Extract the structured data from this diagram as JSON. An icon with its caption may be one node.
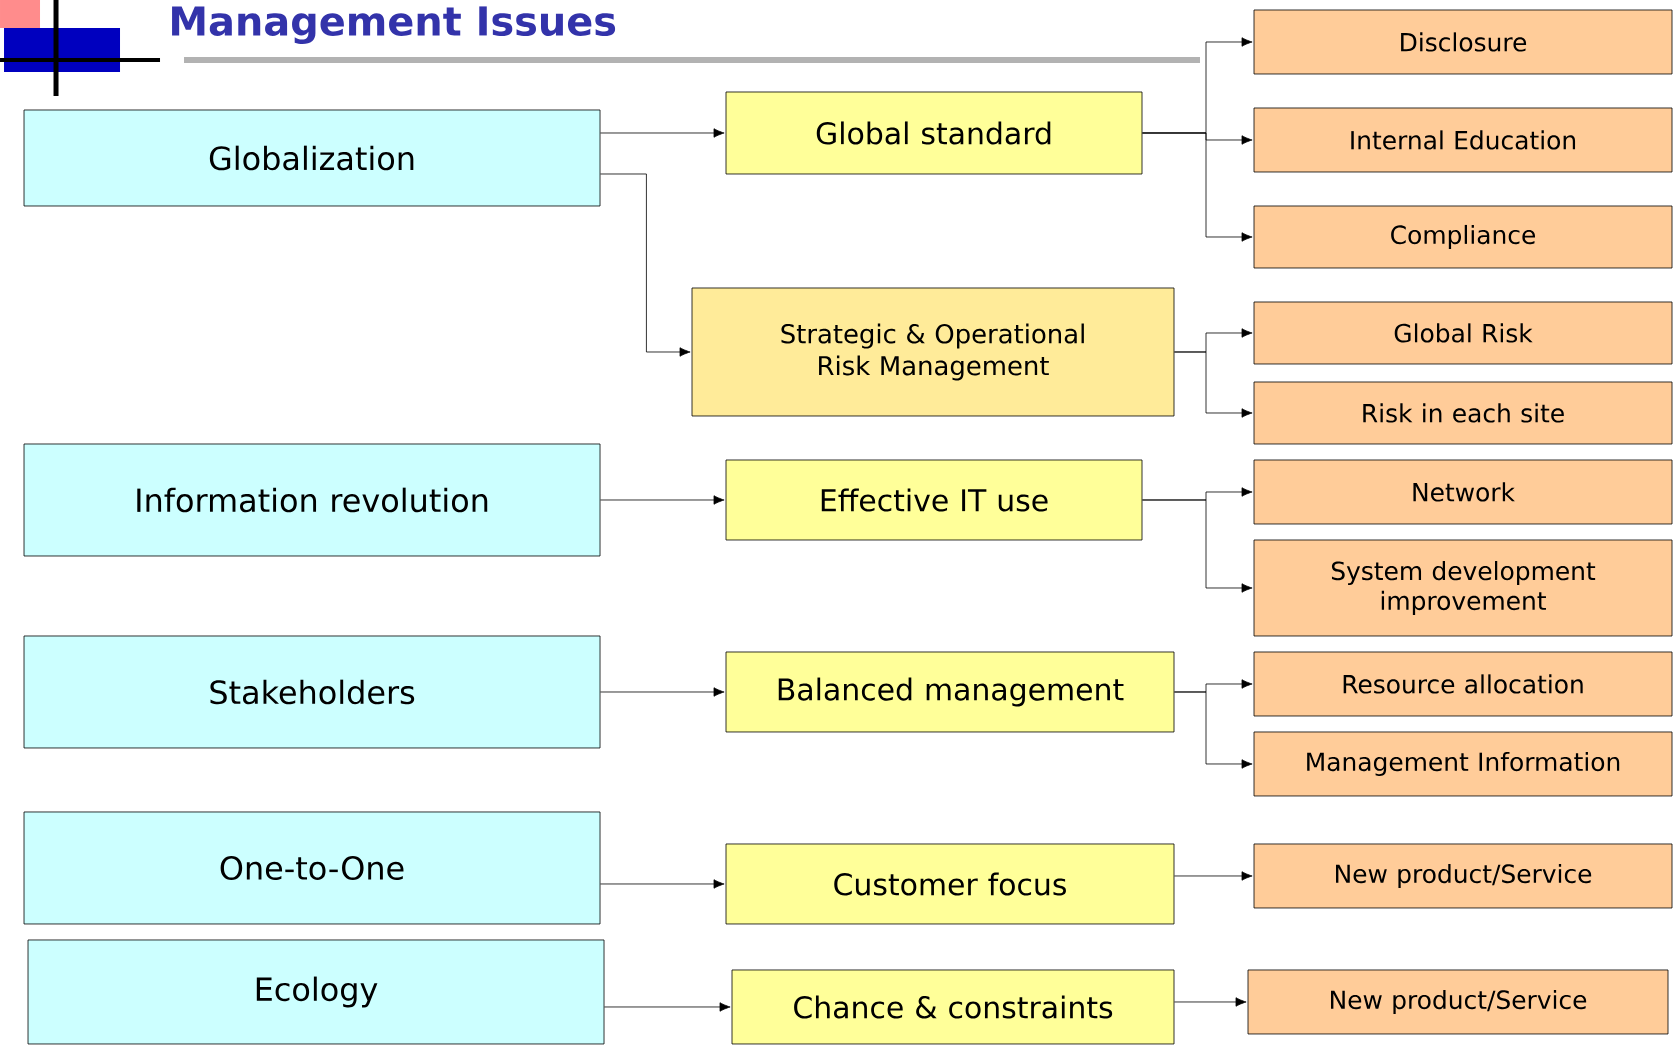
{
  "diagram": {
    "title": "Management Issues",
    "nodes": [
      {
        "text": [
          "Globalization"
        ]
      },
      {
        "text": [
          "Global standard"
        ]
      },
      {
        "text": [
          "Disclosure"
        ]
      },
      {
        "text": [
          "Internal Education"
        ]
      },
      {
        "text": [
          "Compliance"
        ]
      },
      {
        "text": [
          "Strategic & Operational Risk Management"
        ]
      },
      {
        "text": [
          "Global Risk"
        ]
      },
      {
        "text": [
          "Risk in each site"
        ]
      },
      {
        "text": [
          "Information revolution"
        ]
      },
      {
        "text": [
          "Effective IT use"
        ]
      },
      {
        "text": [
          "Network"
        ]
      },
      {
        "text": [
          "System development improvement"
        ]
      },
      {
        "text": [
          "Stakeholders"
        ]
      },
      {
        "text": [
          "Balanced management"
        ]
      },
      {
        "text": [
          "Resource allocation"
        ]
      },
      {
        "text": [
          "Management Information"
        ]
      },
      {
        "text": [
          "One-to-One"
        ]
      },
      {
        "text": [
          "Customer focus"
        ]
      },
      {
        "text": [
          "New product/Service"
        ]
      },
      {
        "text": [
          "Ecology"
        ]
      },
      {
        "text": [
          "Chance & constraints"
        ]
      },
      {
        "text": [
          "New product/Service"
        ]
      }
    ],
    "edges": [
      {
        "from": 0,
        "to": 1,
        "arrow": "to"
      },
      {
        "from": 0,
        "to": 5,
        "arrow": "to"
      },
      {
        "from": 1,
        "to": 2,
        "arrow": "to"
      },
      {
        "from": 1,
        "to": 3,
        "arrow": "to"
      },
      {
        "from": 1,
        "to": 4,
        "arrow": "to"
      },
      {
        "from": 5,
        "to": 6,
        "arrow": "to"
      },
      {
        "from": 5,
        "to": 7,
        "arrow": "to"
      },
      {
        "from": 8,
        "to": 9,
        "arrow": "to"
      },
      {
        "from": 9,
        "to": 10,
        "arrow": "to"
      },
      {
        "from": 9,
        "to": 11,
        "arrow": "to"
      },
      {
        "from": 12,
        "to": 13,
        "arrow": "to"
      },
      {
        "from": 13,
        "to": 14,
        "arrow": "to"
      },
      {
        "from": 13,
        "to": 15,
        "arrow": "to"
      },
      {
        "from": 16,
        "to": 17,
        "arrow": "to"
      },
      {
        "from": 17,
        "to": 18,
        "arrow": "to"
      },
      {
        "from": 19,
        "to": 20,
        "arrow": "to"
      },
      {
        "from": 20,
        "to": 21,
        "arrow": "to"
      }
    ]
  }
}
